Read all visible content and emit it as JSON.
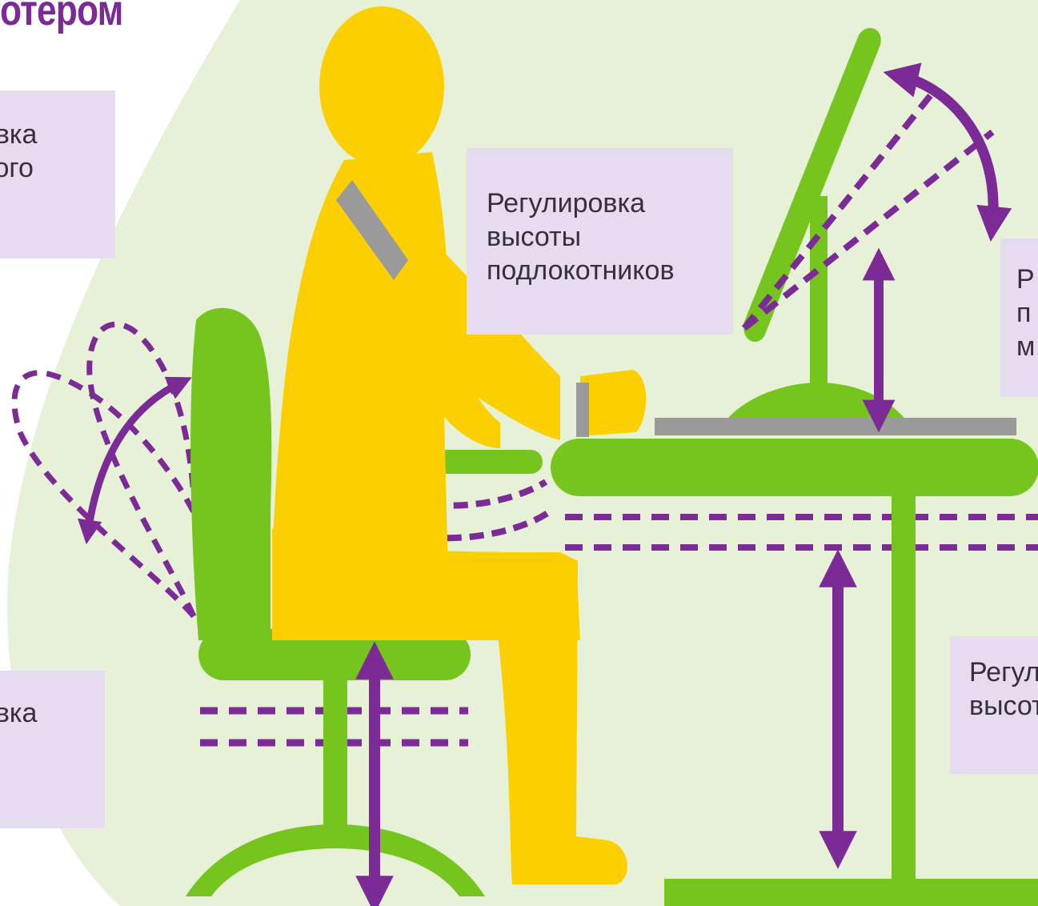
{
  "title": "отером",
  "labels": {
    "backrest": "ровка\nчного",
    "armrest": "Регулировка\nвысоты\nподлокотников",
    "monitor": "Р\nп\nм",
    "desk": "Регул\nвысот",
    "seat": "ровка\nы\nя"
  },
  "colors": {
    "accent_purple": "#7b2a96",
    "figure_yellow": "#fbcf00",
    "furniture_green": "#76c51e",
    "background_green": "#e7f1d8",
    "label_lilac": "#e6dcef",
    "neck_gray": "#9a9a9a"
  }
}
